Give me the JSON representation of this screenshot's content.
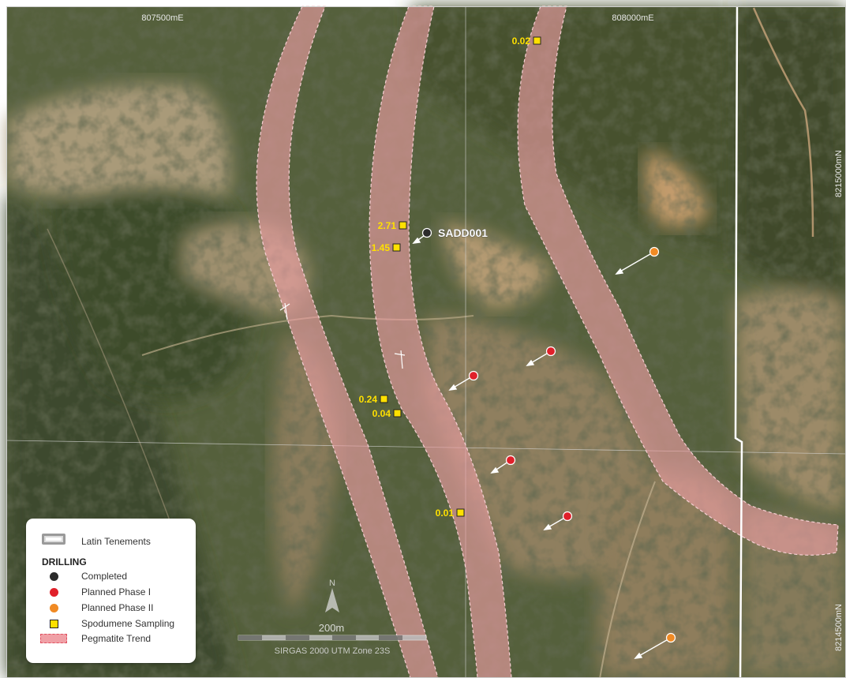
{
  "map": {
    "grid": {
      "easting_labels": [
        "807500mE",
        "808000mE"
      ],
      "northing_labels": [
        "8215000mN",
        "8214500mN"
      ]
    },
    "drillhole_label": "SADD001",
    "samples": [
      {
        "label": "0.02"
      },
      {
        "label": "2.71"
      },
      {
        "label": "1.45"
      },
      {
        "label": "0.24"
      },
      {
        "label": "0.04"
      },
      {
        "label": "0.01"
      }
    ],
    "north_arrow_label": "N",
    "scale_bar": {
      "distance_label": "200m",
      "projection_label": "SIRGAS 2000 UTM Zone 23S"
    }
  },
  "legend": {
    "tenements_label": "Latin Tenements",
    "drilling_heading": "DRILLING",
    "completed_label": "Completed",
    "phase1_label": "Planned Phase I",
    "phase2_label": "Planned Phase II",
    "sampling_label": "Spodumene Sampling",
    "pegmatite_label": "Pegmatite Trend"
  },
  "colors": {
    "completed": "#2b2b2b",
    "phase1": "#e0202a",
    "phase2": "#f08a24",
    "sampling": "#ffe000",
    "pegmatite": "#f0a0a6",
    "tenement_boundary": "#ffffff"
  }
}
